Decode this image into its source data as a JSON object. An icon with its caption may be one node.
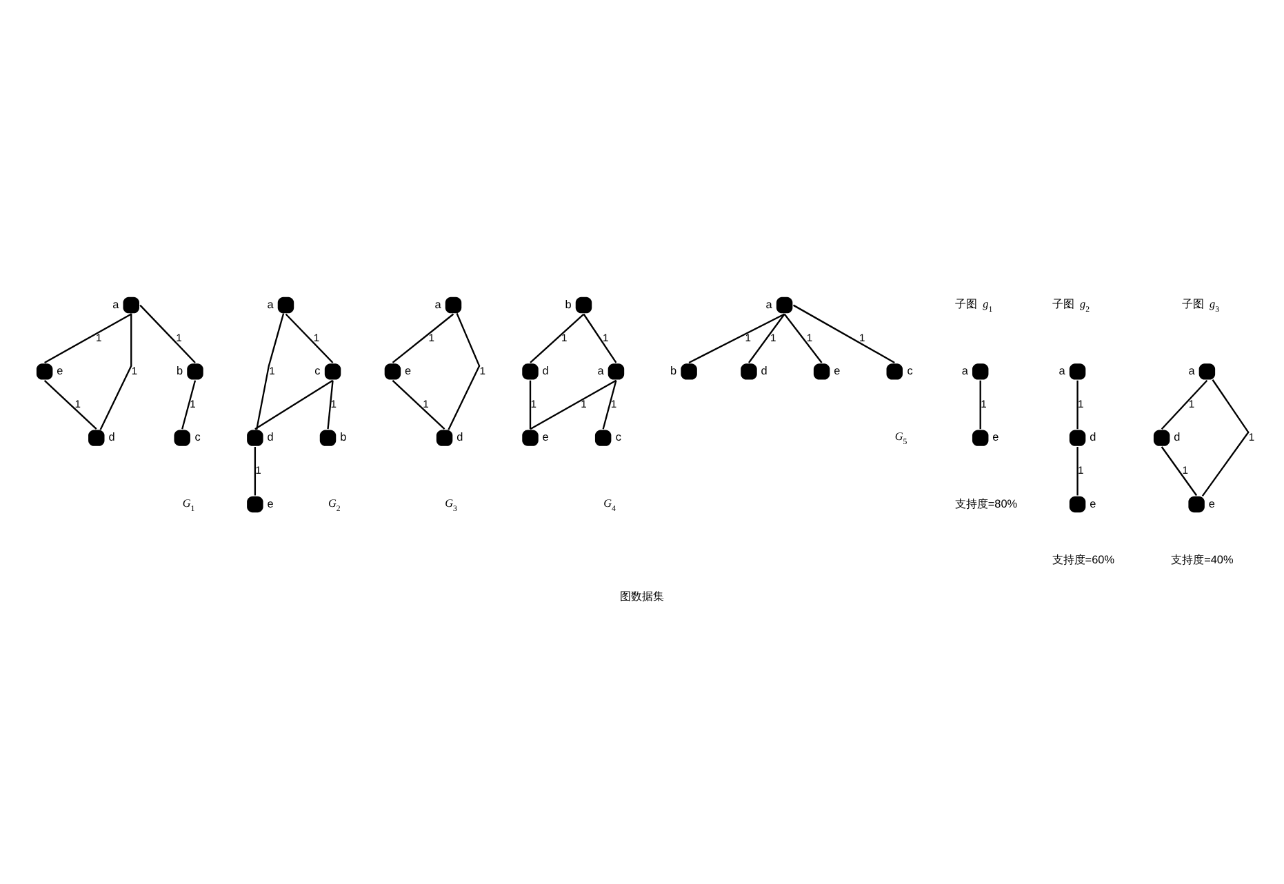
{
  "diagram": {
    "caption": "图数据集",
    "nodes": [
      {
        "text": [],
        "shape": "circle",
        "beside": [
          "a"
        ]
      },
      {
        "text": [],
        "shape": "circle",
        "beside": [
          "e"
        ]
      },
      {
        "text": [],
        "shape": "circle",
        "beside": [
          "b"
        ]
      },
      {
        "text": [],
        "shape": "circle",
        "beside": [
          "d"
        ]
      },
      {
        "text": [],
        "shape": "circle",
        "beside": [
          "c"
        ]
      },
      {
        "text": [],
        "shape": "circle",
        "beside": [
          "a"
        ]
      },
      {
        "text": [],
        "shape": "circle",
        "beside": [
          "d"
        ]
      },
      {
        "text": [],
        "shape": "circle",
        "beside": [
          "c"
        ]
      },
      {
        "text": [],
        "shape": "circle",
        "beside": [
          "e"
        ]
      },
      {
        "text": [],
        "shape": "circle",
        "beside": [
          "b"
        ]
      },
      {
        "text": [],
        "shape": "circle",
        "beside": [
          "a"
        ]
      },
      {
        "text": [],
        "shape": "circle",
        "beside": [
          "e"
        ]
      },
      {
        "text": [],
        "shape": "circle",
        "beside": [
          "d"
        ]
      },
      {
        "text": [],
        "shape": "circle",
        "beside": [
          "b"
        ]
      },
      {
        "text": [],
        "shape": "circle",
        "beside": [
          "d"
        ]
      },
      {
        "text": [],
        "shape": "circle",
        "beside": [
          "a"
        ]
      },
      {
        "text": [],
        "shape": "circle",
        "beside": [
          "e"
        ]
      },
      {
        "text": [],
        "shape": "circle",
        "beside": [
          "c"
        ]
      },
      {
        "text": [],
        "shape": "circle",
        "beside": [
          "b"
        ]
      },
      {
        "text": [],
        "shape": "circle",
        "beside": [
          "d"
        ]
      },
      {
        "text": [],
        "shape": "circle",
        "beside": [
          "e"
        ]
      },
      {
        "text": [],
        "shape": "circle",
        "beside": [
          "a"
        ]
      },
      {
        "text": [],
        "shape": "circle",
        "beside": [
          "c"
        ]
      },
      {
        "text": [],
        "shape": "circle",
        "beside": [
          "a"
        ]
      },
      {
        "text": [],
        "shape": "circle",
        "beside": [
          "e"
        ]
      },
      {
        "text": [],
        "shape": "circle",
        "beside": [
          "a"
        ]
      },
      {
        "text": [],
        "shape": "circle",
        "beside": [
          "d"
        ]
      },
      {
        "text": [],
        "shape": "circle",
        "beside": [
          "e"
        ]
      },
      {
        "text": [],
        "shape": "circle",
        "beside": [
          "a"
        ]
      },
      {
        "text": [],
        "shape": "circle",
        "beside": [
          "d"
        ]
      },
      {
        "text": [],
        "shape": "circle",
        "beside": [
          "e"
        ]
      }
    ],
    "edges": [
      {
        "from": 0,
        "to": 1,
        "arrow": "none",
        "label": "1"
      },
      {
        "from": 0,
        "to": 2,
        "arrow": "none",
        "label": "1"
      },
      {
        "from": 0,
        "to": 3,
        "arrow": "none",
        "label": "1"
      },
      {
        "from": 1,
        "to": 3,
        "arrow": "none",
        "label": "1"
      },
      {
        "from": 2,
        "to": 4,
        "arrow": "none",
        "label": "1"
      },
      {
        "from": 5,
        "to": 6,
        "arrow": "none",
        "label": "1"
      },
      {
        "from": 5,
        "to": 7,
        "arrow": "none",
        "label": "1"
      },
      {
        "from": 7,
        "to": 6,
        "arrow": "none"
      },
      {
        "from": 6,
        "to": 8,
        "arrow": "none",
        "label": "1"
      },
      {
        "from": 7,
        "to": 9,
        "arrow": "none",
        "label": "1"
      },
      {
        "from": 10,
        "to": 11,
        "arrow": "none",
        "label": "1"
      },
      {
        "from": 10,
        "to": 12,
        "arrow": "none",
        "label": "1"
      },
      {
        "from": 11,
        "to": 12,
        "arrow": "none",
        "label": "1"
      },
      {
        "from": 13,
        "to": 14,
        "arrow": "none",
        "label": "1"
      },
      {
        "from": 13,
        "to": 15,
        "arrow": "none",
        "label": "1"
      },
      {
        "from": 15,
        "to": 16,
        "arrow": "none",
        "label": "1"
      },
      {
        "from": 14,
        "to": 16,
        "arrow": "none",
        "label": "1"
      },
      {
        "from": 15,
        "to": 17,
        "arrow": "none",
        "label": "1"
      },
      {
        "from": 21,
        "to": 18,
        "arrow": "none",
        "label": "1"
      },
      {
        "from": 21,
        "to": 19,
        "arrow": "none",
        "label": "1"
      },
      {
        "from": 21,
        "to": 20,
        "arrow": "none",
        "label": "1"
      },
      {
        "from": 21,
        "to": 22,
        "arrow": "none",
        "label": "1"
      },
      {
        "from": 23,
        "to": 24,
        "arrow": "none",
        "label": "1"
      },
      {
        "from": 25,
        "to": 26,
        "arrow": "none",
        "label": "1"
      },
      {
        "from": 26,
        "to": 27,
        "arrow": "none",
        "label": "1"
      },
      {
        "from": 28,
        "to": 29,
        "arrow": "none",
        "label": "1"
      },
      {
        "from": 28,
        "to": 30,
        "arrow": "none",
        "label": "1"
      },
      {
        "from": 29,
        "to": 30,
        "arrow": "none",
        "label": "1"
      }
    ],
    "labels": [
      "*G*$_{1}$",
      "*G*$_{2}$",
      "*G*$_{3}$",
      "*G*$_{4}$",
      "*G*$_{5}$",
      "子图 *g*$_{1}$",
      "支持度=80%",
      "子图 *g*$_{2}$",
      "支持度=60%",
      "子图 *g*$_{3}$",
      "支持度=40%"
    ]
  }
}
